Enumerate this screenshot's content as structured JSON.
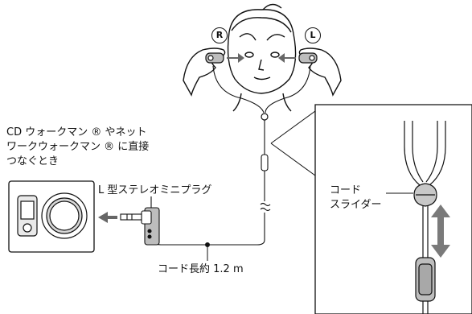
{
  "labels": {
    "direct_connect_line1": "CD ウォークマン ® やネット",
    "direct_connect_line2": "ワークウォークマン ® に直接",
    "direct_connect_line3": "つなぐとき",
    "l_plug": "L 型ステレオミニプラグ",
    "cord_length": "コード長約 1.2 m",
    "cord_slider_line1": "コード",
    "cord_slider_line2": "スライダー"
  },
  "marks": {
    "right": "R",
    "left": "L"
  },
  "icons": [
    "walkman-player-icon",
    "cd-walkman-icon",
    "l-plug-icon",
    "headphone-earbud-icon",
    "double-arrow-icon"
  ]
}
